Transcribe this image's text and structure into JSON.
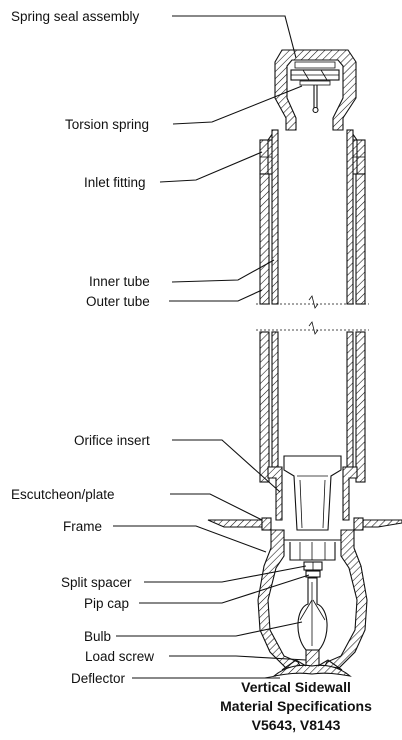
{
  "labels": {
    "spring_seal_assembly": "Spring seal assembly",
    "torsion_spring": "Torsion spring",
    "inlet_fitting": "Inlet fitting",
    "inner_tube": "Inner tube",
    "outer_tube": "Outer tube",
    "orifice_insert": "Orifice insert",
    "escutcheon_plate": "Escutcheon/plate",
    "frame": "Frame",
    "split_spacer": "Split spacer",
    "pip_cap": "Pip cap",
    "bulb": "Bulb",
    "load_screw": "Load screw",
    "deflector": "Deflector"
  },
  "caption": {
    "line1": "Vertical Sidewall",
    "line2": "Material Specifications",
    "line3": "V5643, V8143"
  }
}
